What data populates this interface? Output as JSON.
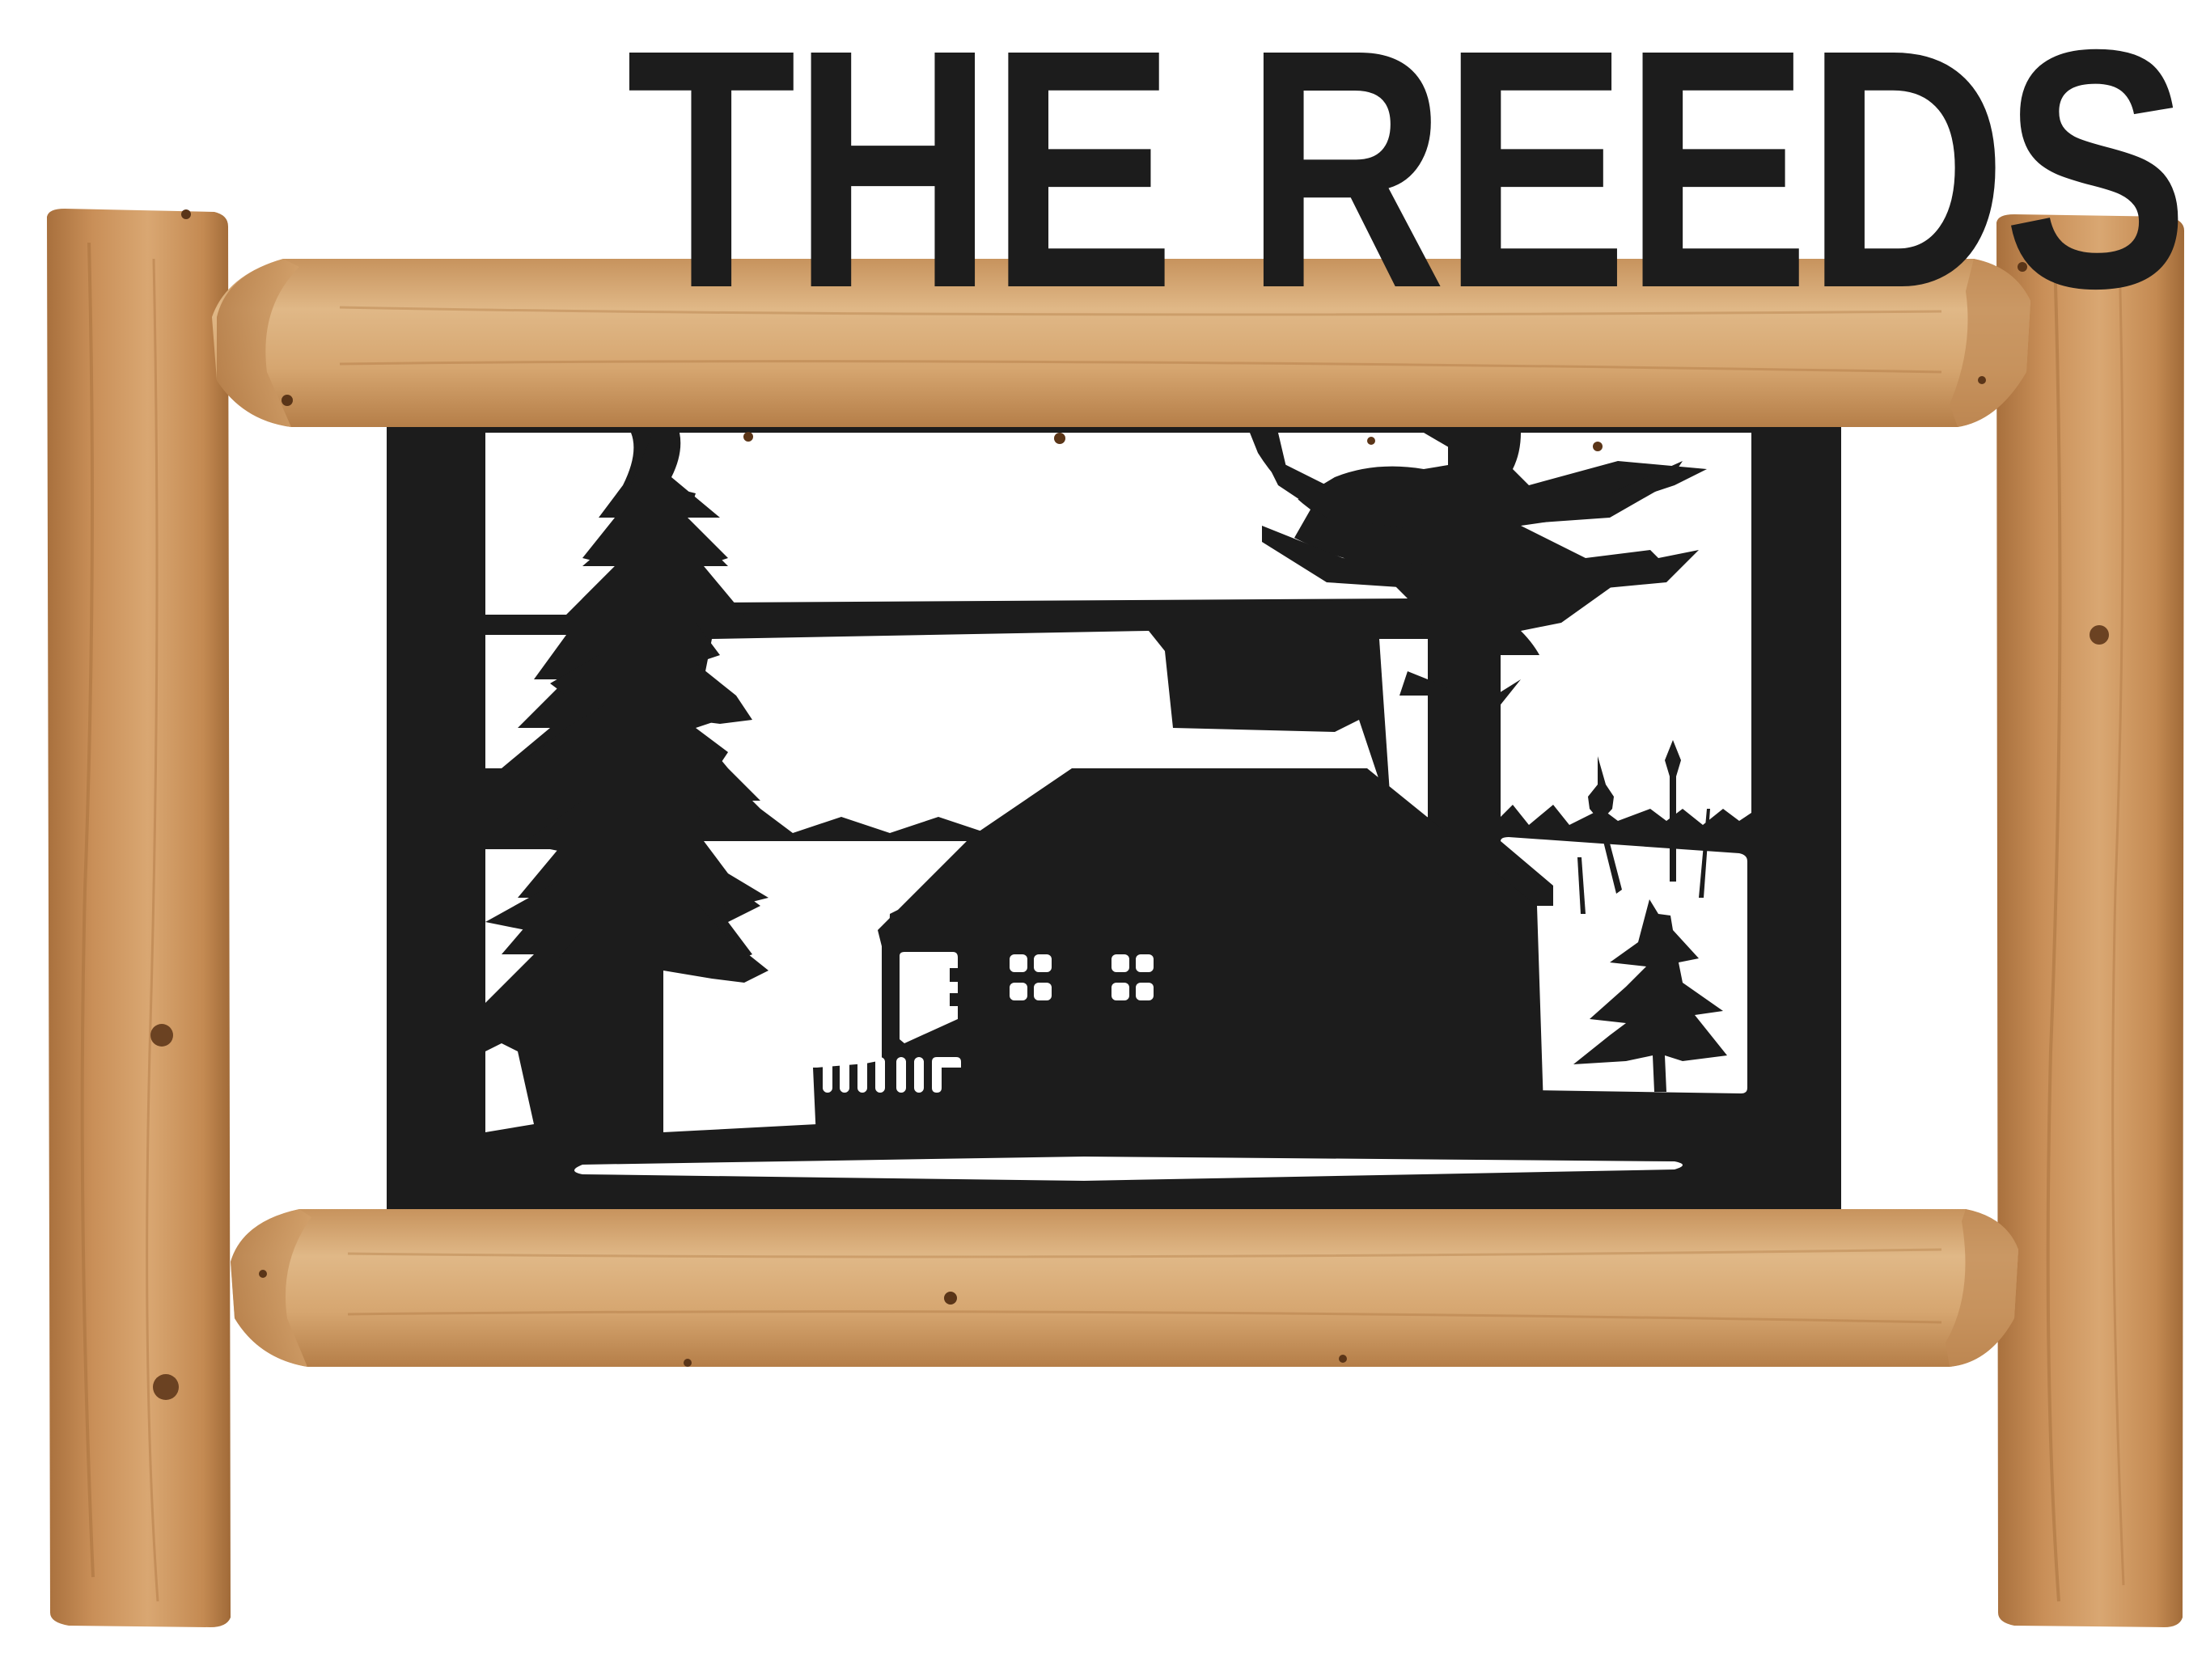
{
  "sign": {
    "title": "THE REEDS",
    "scene": "cabin-in-woods",
    "colors": {
      "metal": "#1c1c1c",
      "background": "#ffffff",
      "log_light": "#dcb07e",
      "log_mid": "#cd9a62",
      "log_dark": "#b27a45",
      "log_end": "#c88f57"
    },
    "elements": {
      "left_post": "log-post",
      "right_post": "log-post",
      "top_rail": "log-rail",
      "bottom_rail": "log-rail",
      "panel": "metal-cutout-panel"
    }
  }
}
